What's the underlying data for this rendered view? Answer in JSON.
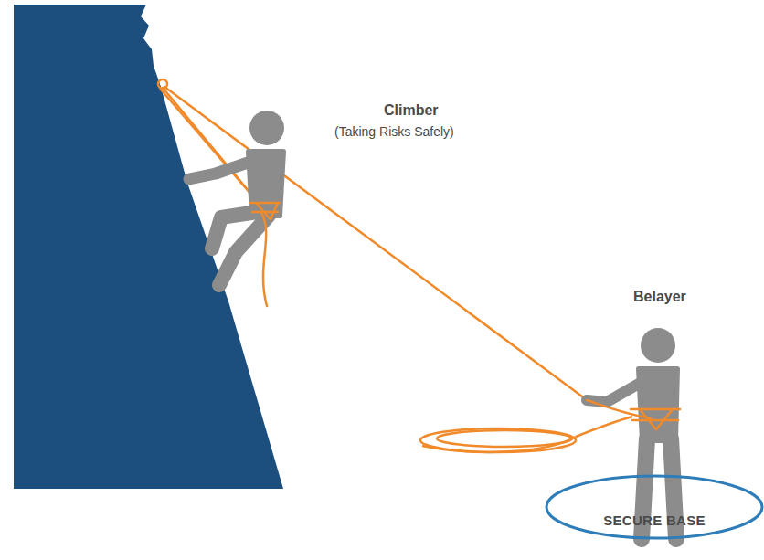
{
  "diagram": {
    "nodes": [
      {
        "text": [
          "SECURE BASE"
        ]
      }
    ],
    "labels": [
      "Climber",
      "(Taking Risks Safely)",
      "Belayer"
    ]
  }
}
